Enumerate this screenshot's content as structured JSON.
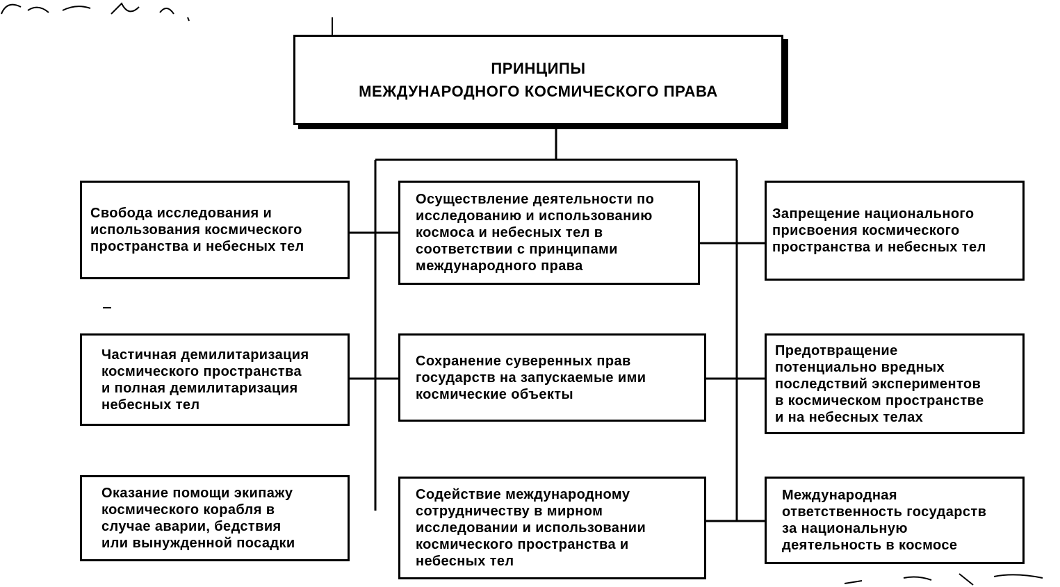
{
  "title": "ПРИНЦИПЫ\nМЕЖДУНАРОДНОГО КОСМИЧЕСКОГО ПРАВА",
  "left": [
    "Свобода исследования и\nиспользования космического\nпространства и небесных тел",
    "Частичная демилитаризация\nкосмического пространства\nи полная демилитаризация\nнебесных тел",
    "Оказание помощи экипажу\nкосмического корабля в\nслучае аварии, бедствия\nили вынужденной посадки"
  ],
  "center": [
    "Осуществление деятельности по\nисследованию и использованию\nкосмоса и небесных тел в\nсоответствии с принципами\nмеждународного права",
    "Сохранение суверенных прав\nгосударств на запускаемые ими\nкосмические объекты",
    "Содействие международному\nсотрудничеству в мирном\nисследовании и использовании\nкосмического пространства и\nнебесных тел"
  ],
  "right": [
    "Запрещение национального\nприсвоения космического\nпространства и небесных тел",
    "Предотвращение\nпотенциально вредных\nпоследствий экспериментов\nв космическом пространстве\nи на небесных телах",
    "Международная\nответственность государств\nза национальную\nдеятельность в космосе"
  ]
}
